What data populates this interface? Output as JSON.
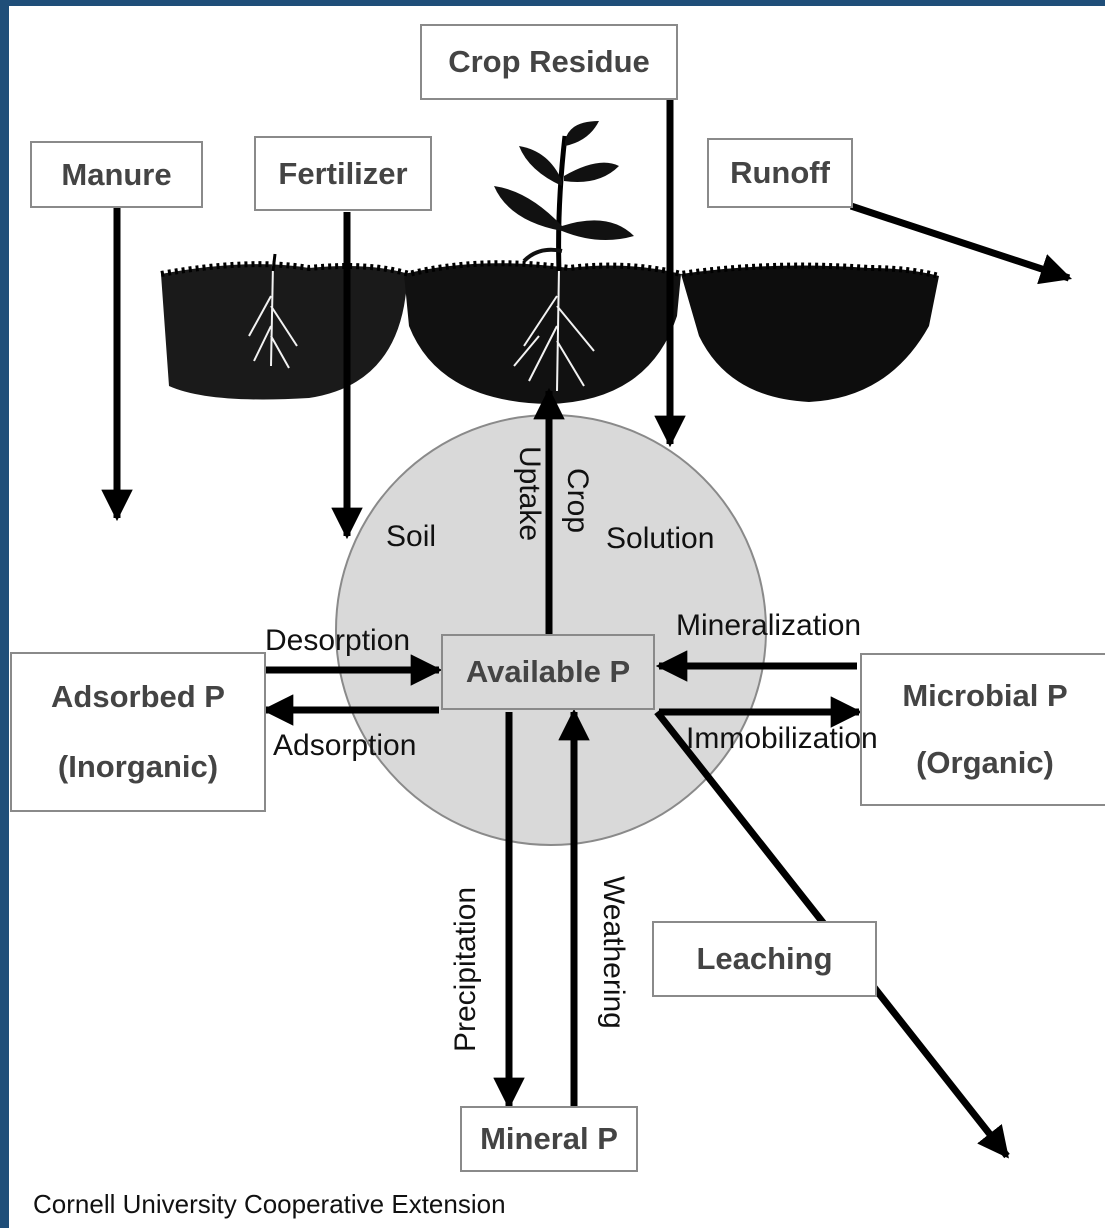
{
  "boxes": {
    "crop_residue": "Crop Residue",
    "manure": "Manure",
    "fertilizer": "Fertilizer",
    "runoff": "Runoff",
    "available_p": "Available P",
    "adsorbed_p": "Adsorbed P",
    "adsorbed_p_sub": "(Inorganic)",
    "microbial_p": "Microbial P",
    "microbial_p_sub": "(Organic)",
    "leaching": "Leaching",
    "mineral_p": "Mineral P"
  },
  "labels": {
    "soil": "Soil",
    "solution": "Solution",
    "crop": "Crop",
    "uptake": "Uptake",
    "desorption": "Desorption",
    "adsorption": "Adsorption",
    "mineralization": "Mineralization",
    "immobilization": "Immobilization",
    "precipitation": "Precipitation",
    "weathering": "Weathering"
  },
  "credit": "Cornell University Cooperative Extension",
  "colors": {
    "frame": "#1f4e79",
    "pool_fill": "#d9d9d9",
    "box_border": "#8a8a8a",
    "arrow": "#000000"
  }
}
